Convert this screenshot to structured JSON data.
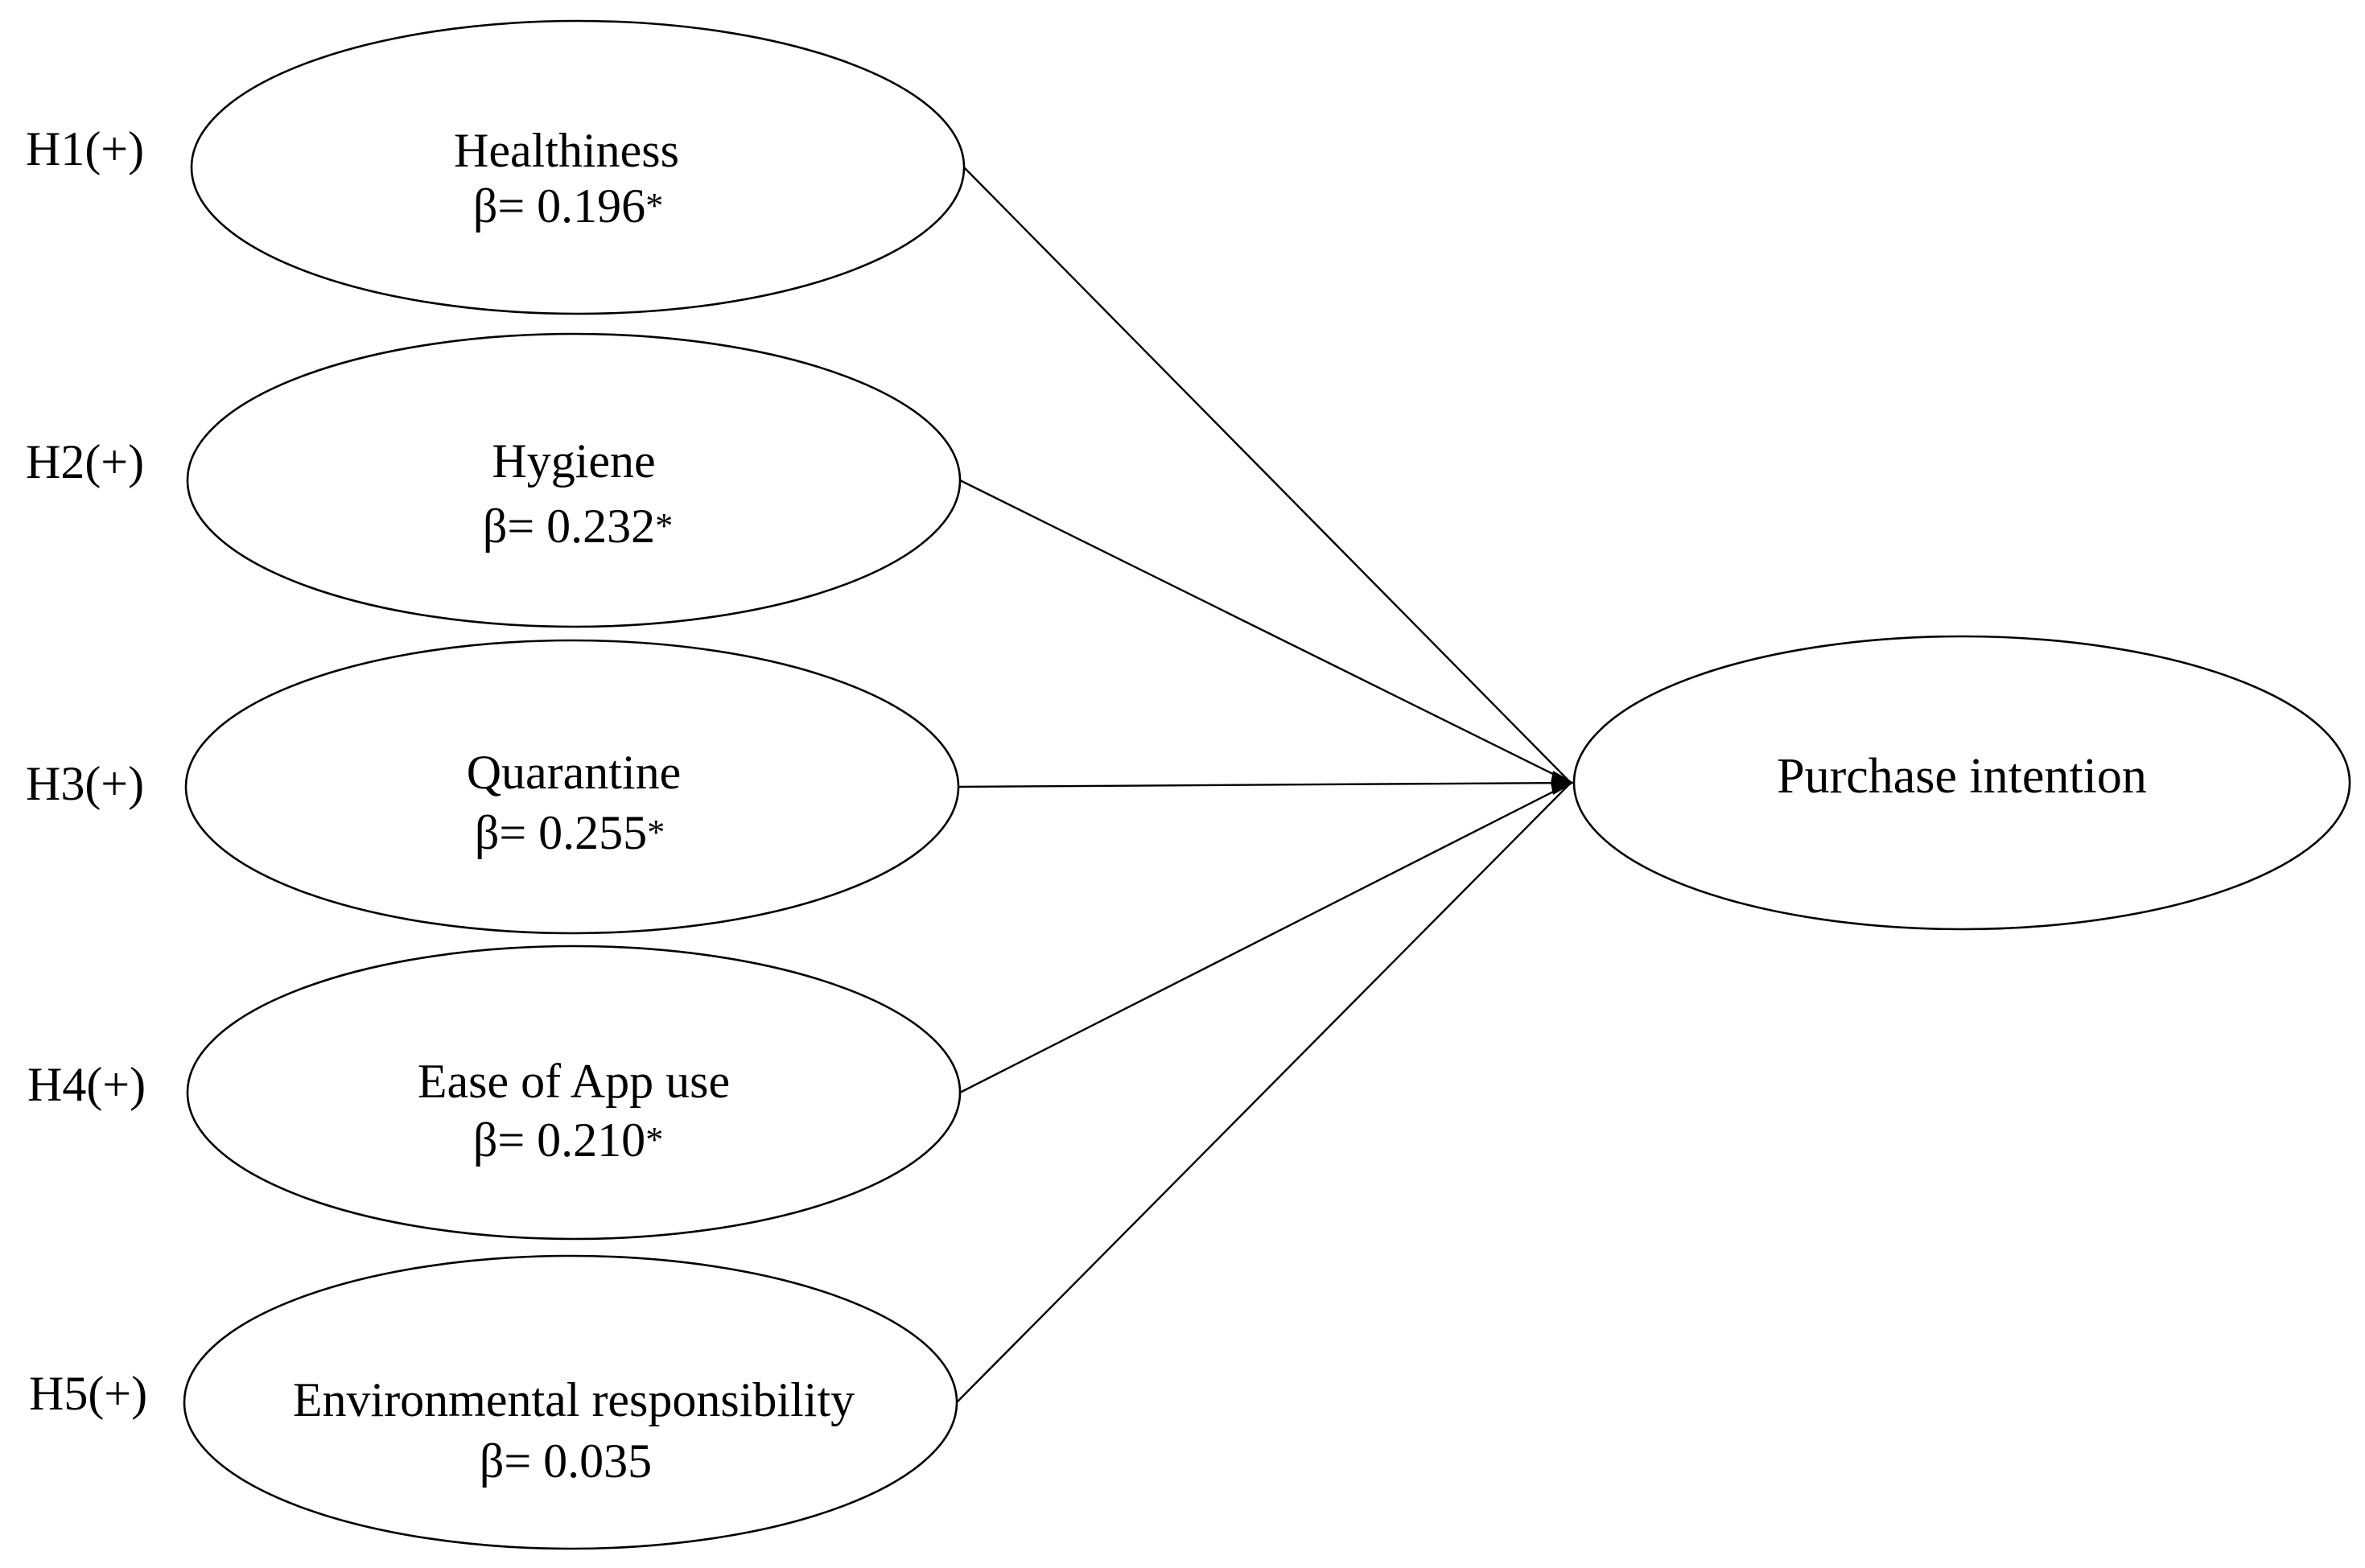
{
  "predictors": [
    {
      "hypothesis": "H1(+)",
      "name": "Healthiness",
      "beta": "β= 0.196",
      "significance": "*"
    },
    {
      "hypothesis": "H2(+)",
      "name": "Hygiene",
      "beta": "β= 0.232",
      "significance": "*"
    },
    {
      "hypothesis": "H3(+)",
      "name": "Quarantine",
      "beta": "β= 0.255",
      "significance": "*"
    },
    {
      "hypothesis": "H4(+)",
      "name": "Ease of App use",
      "beta": "β= 0.210",
      "significance": "*"
    },
    {
      "hypothesis": "H5(+)",
      "name": "Environmental responsibility",
      "beta": "β= 0.035",
      "significance": ""
    }
  ],
  "outcome": {
    "name": "Purchase intention"
  },
  "colors": {
    "stroke": "#000000",
    "background": "#ffffff"
  }
}
